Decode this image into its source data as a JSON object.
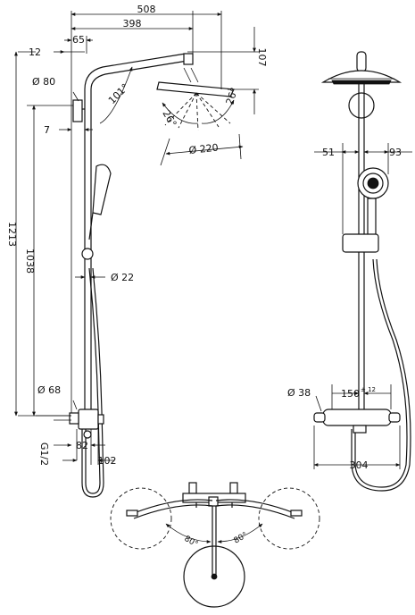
{
  "dimensions": {
    "side_view": {
      "width_total": "508",
      "width_arm": "398",
      "offset_65": "65",
      "offset_12": "12",
      "head_height": "107",
      "diameter_80": "Ø 80",
      "angle_101": "101°",
      "angle_left": "26°",
      "angle_right": "26°",
      "head_diameter": "Ø 220",
      "offset_7": "7",
      "height_total": "1213",
      "height_rail": "1038",
      "pipe_diameter": "Ø 22",
      "diameter_68": "Ø 68",
      "thread": "G1/2",
      "depth_82": "82",
      "depth_102": "102"
    },
    "front_view": {
      "left_51": "51",
      "right_93": "93",
      "diameter_38": "Ø 38",
      "spacing_150": "150",
      "spacing_tol": "± 12",
      "width_304": "304"
    },
    "plan_view": {
      "angle_left": "80°",
      "angle_right": "80°"
    }
  },
  "colors": {
    "line": "#111111",
    "background": "#ffffff"
  }
}
